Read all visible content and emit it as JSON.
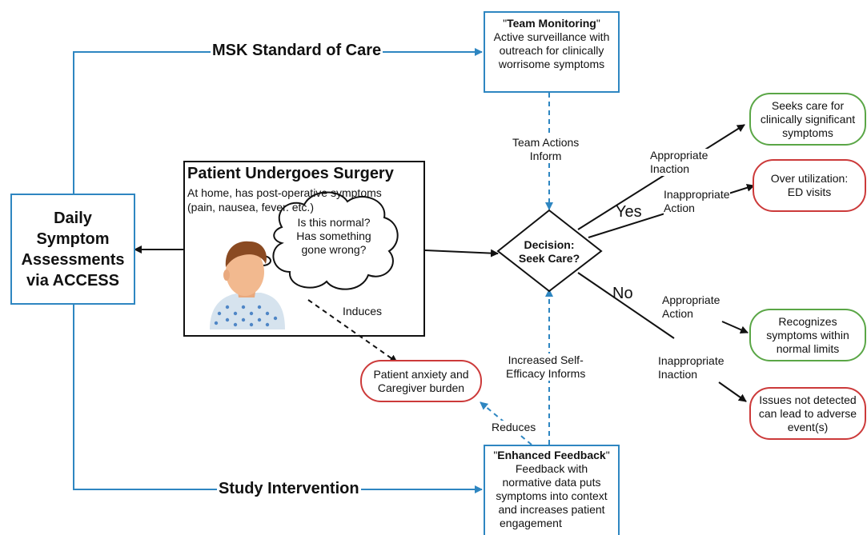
{
  "daily_box": {
    "line1": "Daily",
    "line2": "Symptom",
    "line3": "Assessments",
    "line4": "via ACCESS"
  },
  "top_branch": {
    "label": "MSK Standard of Care"
  },
  "bottom_branch": {
    "label": "Study Intervention"
  },
  "team_monitoring": {
    "quote_open": "\"",
    "title": "Team Monitoring",
    "quote_close": "\"",
    "line1": "Active surveillance with",
    "line2": "outreach for clinically",
    "line3": "worrisome symptoms"
  },
  "enhanced_feedback": {
    "quote_open": "\"",
    "title": "Enhanced Feedback",
    "quote_close": "\"",
    "line1": "Feedback with",
    "line2": "normative data puts",
    "line3": "symptoms into context",
    "line4": "and increases patient",
    "line5": "engagement"
  },
  "patient_box": {
    "title": "Patient Undergoes Surgery",
    "line1": "At home, has post-operative symptoms",
    "line2": "(pain, nausea, fever. etc.)"
  },
  "thought": {
    "line1": "Is this normal?",
    "line2": "Has something",
    "line3": "gone wrong?"
  },
  "decision": {
    "line1": "Decision:",
    "line2": "Seek Care?"
  },
  "team_actions": {
    "line1": "Team Actions",
    "line2": "Inform"
  },
  "self_efficacy": {
    "line1": "Increased Self-",
    "line2": "Efficacy Informs"
  },
  "induces": "Induces",
  "reduces": "Reduces",
  "anxiety": {
    "line1": "Patient anxiety and",
    "line2": "Caregiver burden"
  },
  "yes_label": "Yes",
  "no_label": "No",
  "branches": {
    "appropriate_inaction": {
      "line1": "Appropriate",
      "line2": "Inaction"
    },
    "inappropriate_action": {
      "line1": "Inappropriate",
      "line2": "Action"
    },
    "appropriate_action": {
      "line1": "Appropriate",
      "line2": "Action"
    },
    "inappropriate_inaction": {
      "line1": "Inappropriate",
      "line2": "Inaction"
    }
  },
  "outcomes": {
    "seeks_care": {
      "line1": "Seeks care for",
      "line2": "clinically significant",
      "line3": "symptoms"
    },
    "over_utilization": {
      "line1": "Over utilization:",
      "line2": "ED visits"
    },
    "recognizes": {
      "line1": "Recognizes",
      "line2": "symptoms within",
      "line3": "normal limits"
    },
    "issues": {
      "line1": "Issues not detected",
      "line2": "can lead to adverse",
      "line3": "event(s)"
    }
  },
  "colors": {
    "blue": "#2e86c1",
    "green": "#5aa646",
    "red": "#cc3a3a",
    "black": "#111111"
  },
  "icons": {
    "patient": "patient-in-gown-icon",
    "thought": "thought-bubble-icon"
  }
}
